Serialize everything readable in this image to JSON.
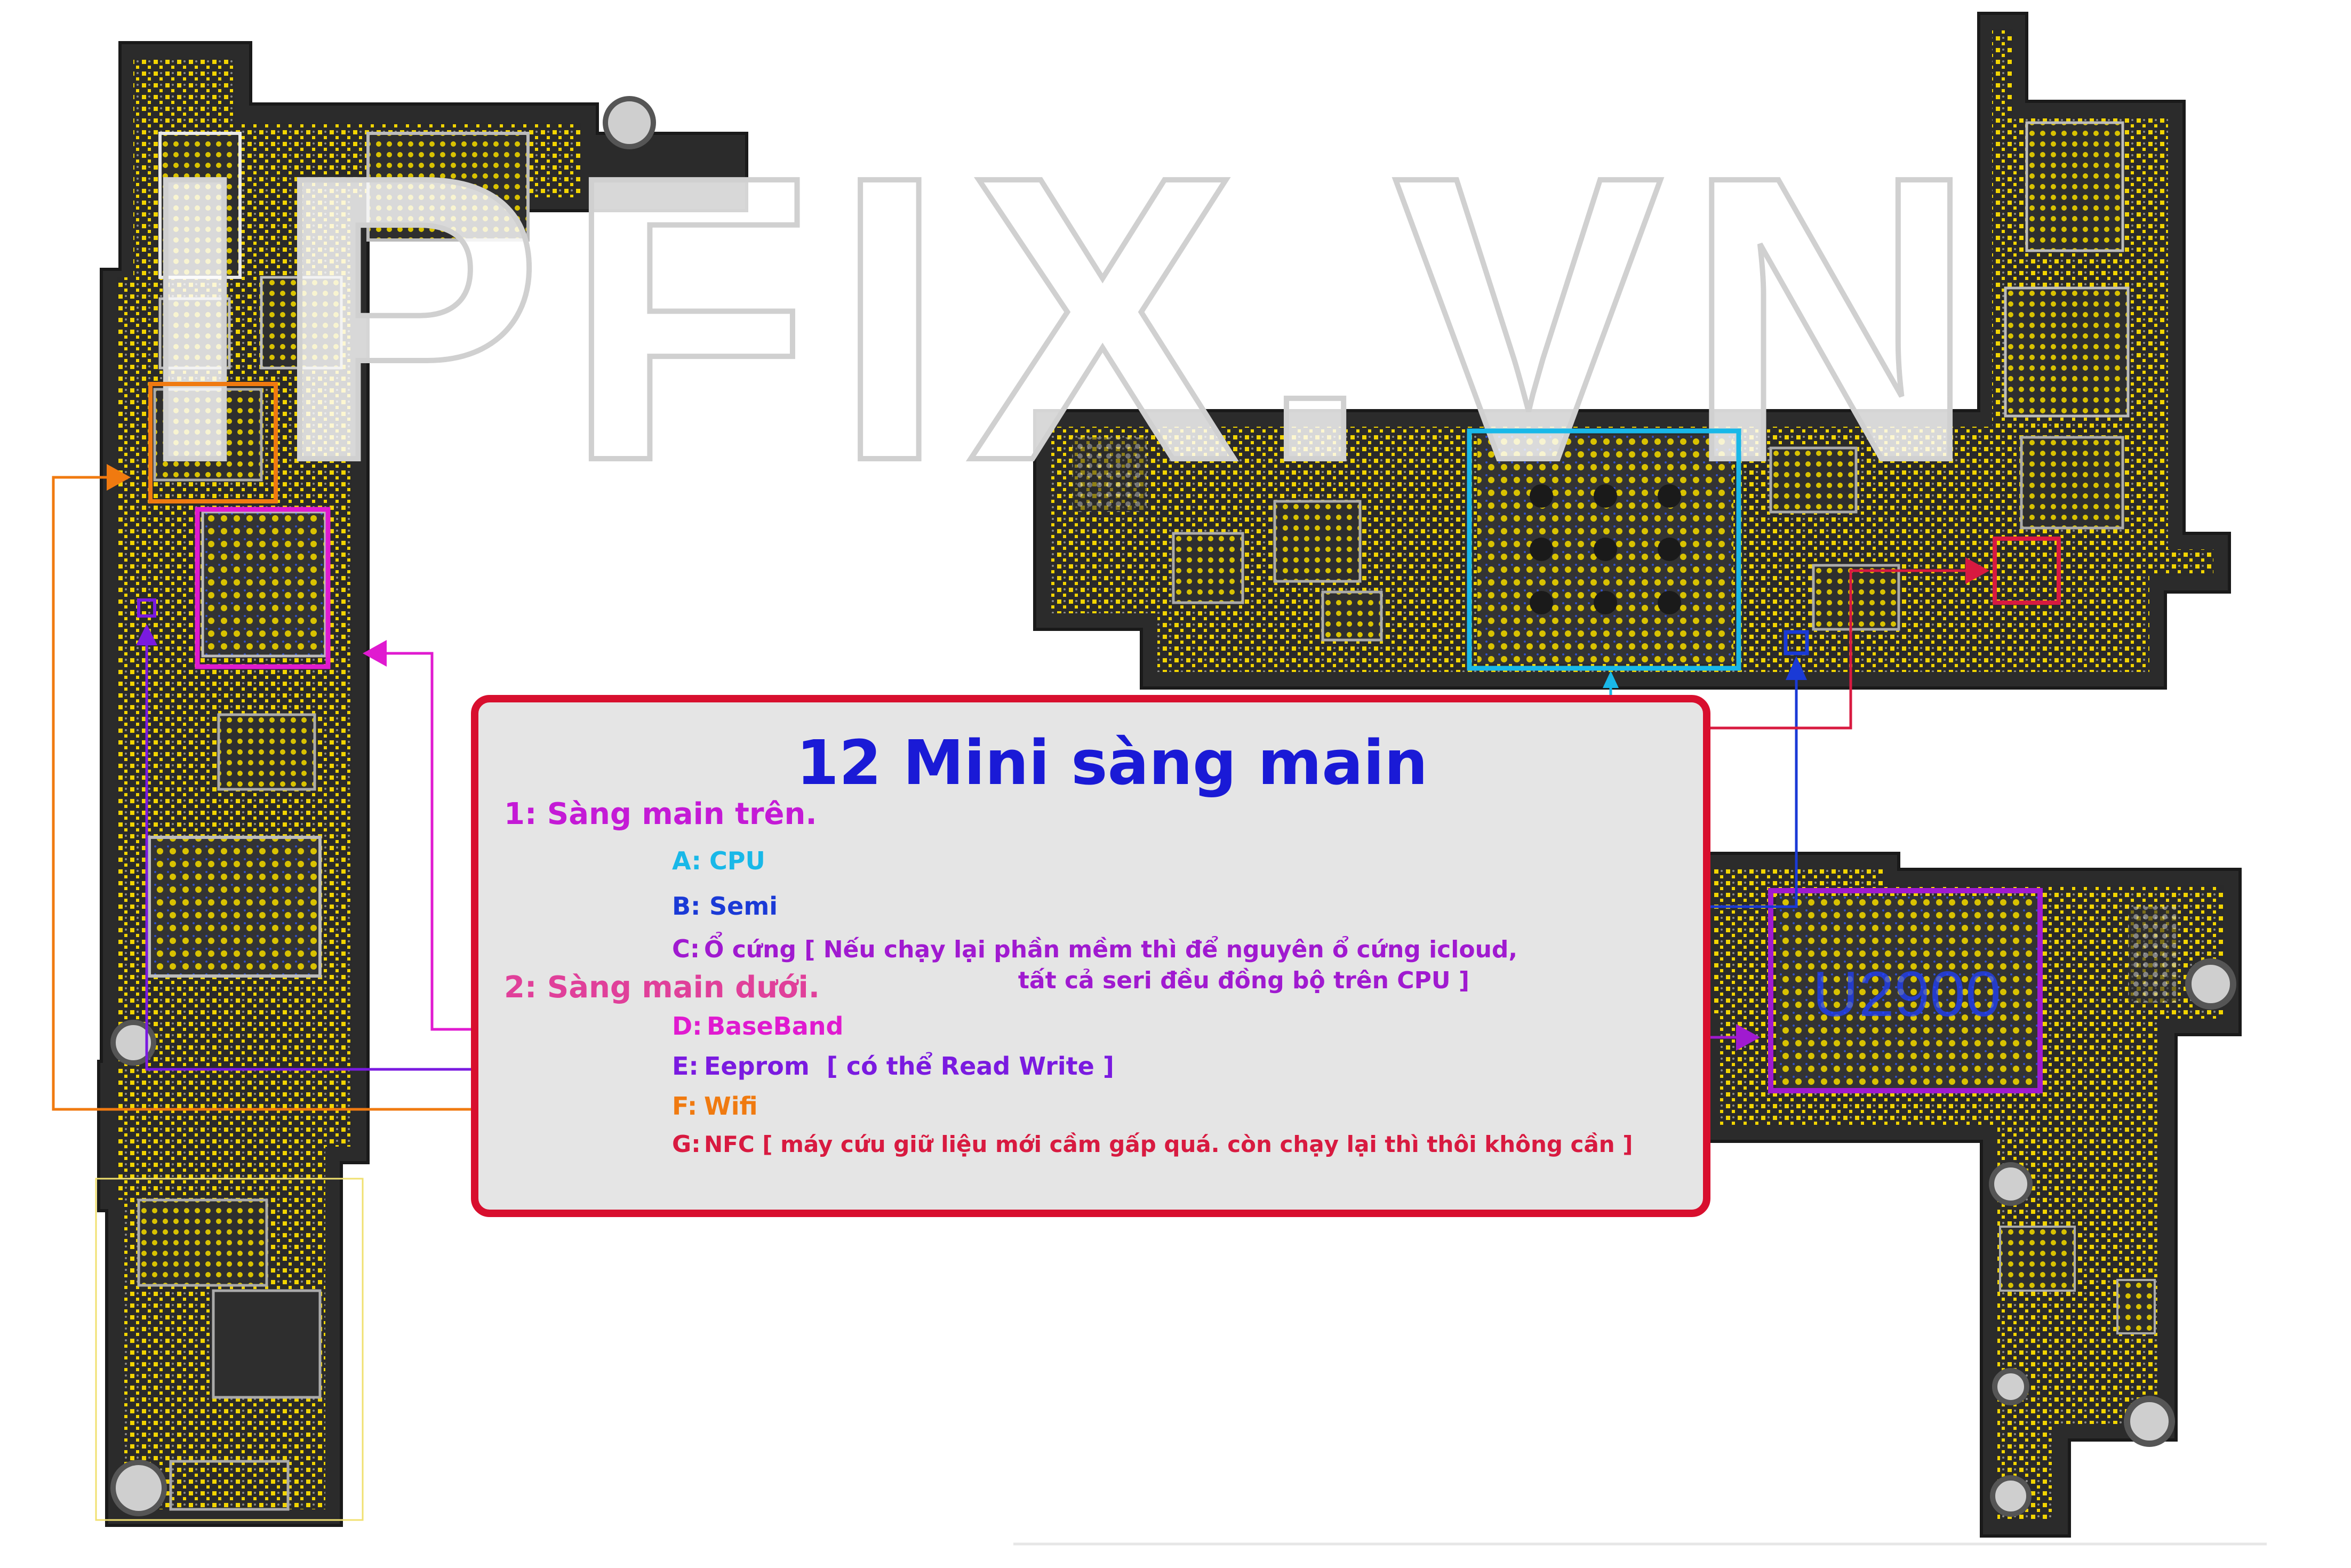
{
  "watermark": "IPFIX.VN",
  "chip_label": "U2900",
  "title": "12 Mini sàng main",
  "section1": "1: Sàng main trên.",
  "section2": "2: Sàng main dưới.",
  "items": {
    "a": {
      "key": "A:",
      "text": "CPU"
    },
    "b": {
      "key": "B:",
      "text": "Semi"
    },
    "c": {
      "key": "C:",
      "text": "Ổ cứng [ Nếu chạy lại phần mềm thì để nguyên ổ cứng icloud,",
      "text2": "tất cả seri đều đồng bộ trên CPU ]"
    },
    "d": {
      "key": "D:",
      "text": "BaseBand"
    },
    "e": {
      "key": "E:",
      "text": "Eeprom  [ có thể Read Write ]"
    },
    "f": {
      "key": "F:",
      "text": "Wifi"
    },
    "g": {
      "key": "G:",
      "text": "NFC [ máy cứu giữ liệu mới cầm gấp quá. còn chạy lại thì thôi không cần ]"
    }
  },
  "colors": {
    "board": "#2b2b2b",
    "pad": "#f2d400",
    "panel_border": "#d80f2e",
    "panel_fill": "#e5e5e5",
    "title": "#1a1ad6",
    "section1": "#c41ad6",
    "section2": "#e0409a",
    "cpu": "#19b8e8",
    "semi": "#1a3ad6",
    "storage": "#a01ad0",
    "baseband": "#e01ad0",
    "eeprom": "#7a1ae0",
    "wifi": "#f07a10",
    "nfc": "#d81a40"
  }
}
